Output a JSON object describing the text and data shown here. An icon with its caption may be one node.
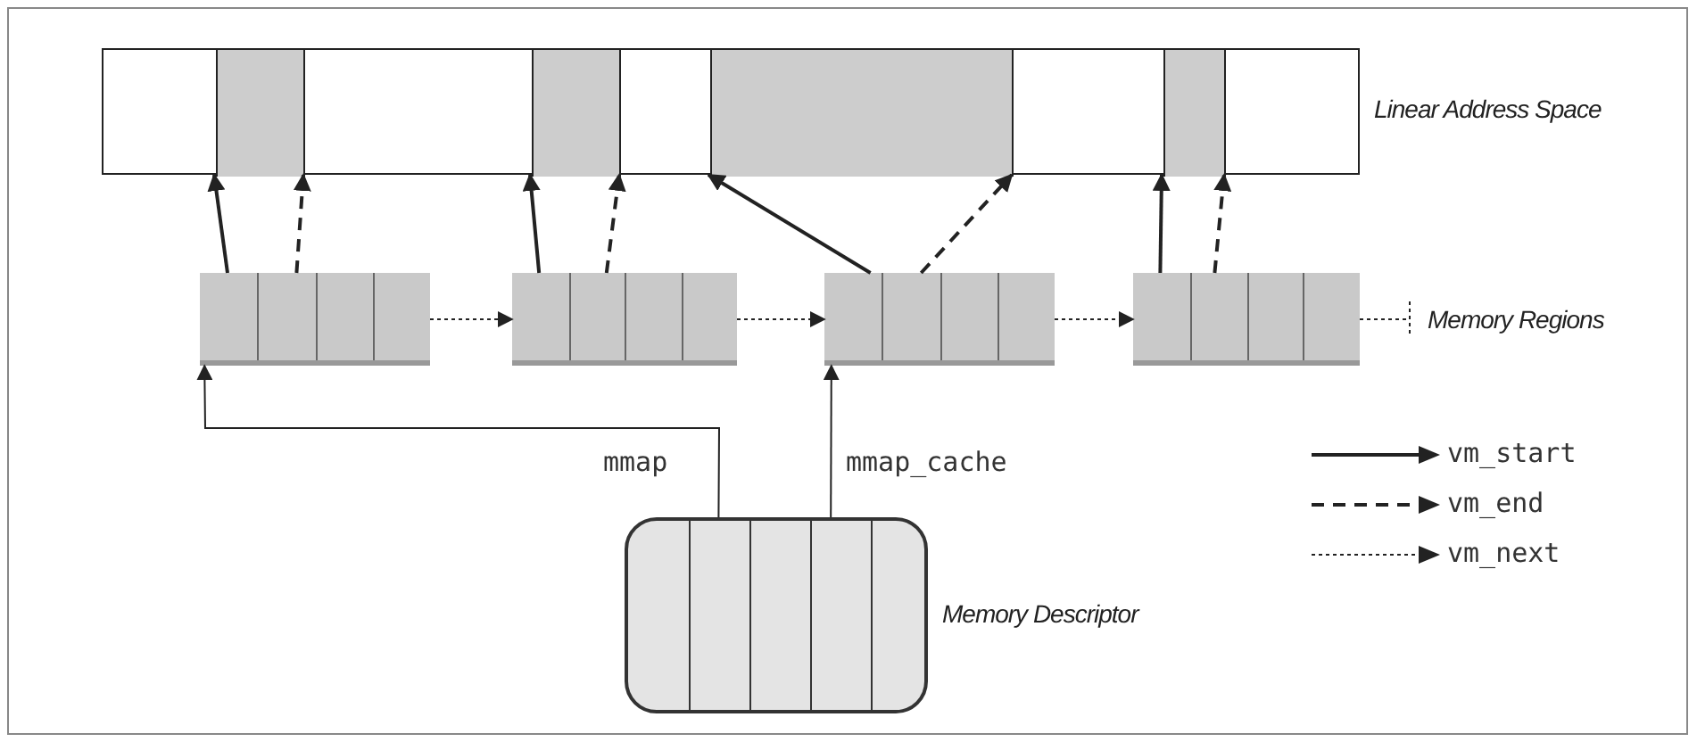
{
  "diagram": {
    "nodes": [
      {
        "text": [
          "Linear Address Space"
        ]
      },
      {
        "text": [],
        "shape": "box",
        "in": 0
      },
      {
        "text": [],
        "shape": "box",
        "in": 0
      },
      {
        "text": [],
        "shape": "box",
        "in": 0
      },
      {
        "text": [],
        "shape": "box",
        "in": 0
      },
      {
        "text": [],
        "shape": "box"
      },
      {
        "text": [],
        "shape": "box"
      },
      {
        "text": [],
        "shape": "box"
      },
      {
        "text": [],
        "shape": "box"
      },
      {
        "text": [
          "Memory Descriptor"
        ]
      },
      {
        "text": [
          "Memory Regions"
        ]
      }
    ],
    "edges": [
      {
        "from": 5,
        "to": 1,
        "arrow": "to"
      },
      {
        "from": 5,
        "to": 1,
        "arrow": "to",
        "style": "dashed"
      },
      {
        "from": 6,
        "to": 2,
        "arrow": "to"
      },
      {
        "from": 6,
        "to": 2,
        "arrow": "to",
        "style": "dashed"
      },
      {
        "from": 7,
        "to": 3,
        "arrow": "to"
      },
      {
        "from": 7,
        "to": 3,
        "arrow": "to",
        "style": "dashed"
      },
      {
        "from": 8,
        "to": 4,
        "arrow": "to"
      },
      {
        "from": 8,
        "to": 4,
        "arrow": "to",
        "style": "dashed"
      },
      {
        "from": 5,
        "to": 6,
        "arrow": "to",
        "style": "dashed"
      },
      {
        "from": 6,
        "to": 7,
        "arrow": "to",
        "style": "dashed"
      },
      {
        "from": 7,
        "to": 8,
        "arrow": "to",
        "style": "dashed"
      },
      {
        "from": 8,
        "to": 10,
        "arrow": "other",
        "style": "dashed"
      },
      {
        "from": 9,
        "to": 5,
        "arrow": "to",
        "label": "mmap"
      },
      {
        "from": 9,
        "to": 7,
        "arrow": "to",
        "label": "mmap_cache"
      }
    ],
    "legend": [
      {
        "text": "vm_start"
      },
      {
        "text": "vm_end"
      },
      {
        "text": "vm_next"
      }
    ]
  }
}
